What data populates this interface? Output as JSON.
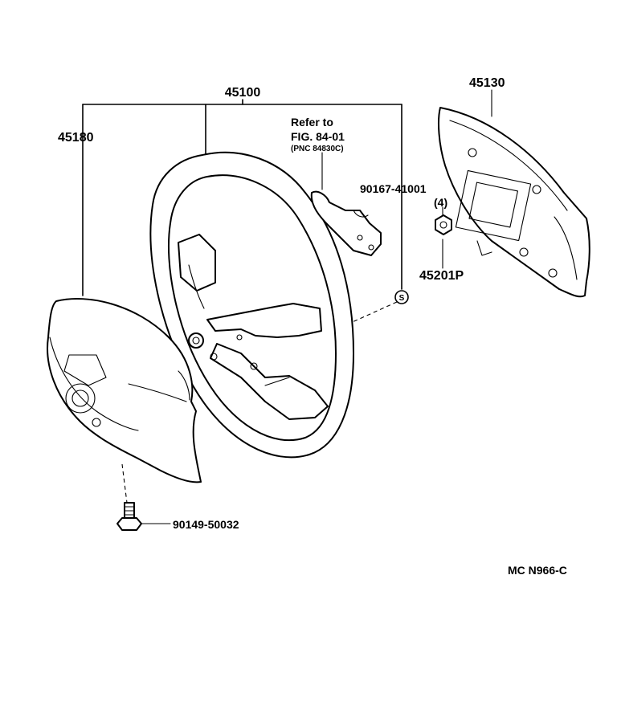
{
  "labels": {
    "steering_wheel_assy": "45100",
    "horn_pad": "45180",
    "cover": "45130",
    "refer_line1": "Refer to",
    "refer_line2": "FIG. 84-01",
    "refer_line3": "(PNC 84830C)",
    "screw_part": "90167-41001",
    "screw_qty": "(4)",
    "nut_part": "45201P",
    "bolt_part": "90149-50032",
    "s_mark": "S",
    "figure_code": "MC  N966-C"
  },
  "colors": {
    "ink": "#000000",
    "paper": "#ffffff"
  }
}
